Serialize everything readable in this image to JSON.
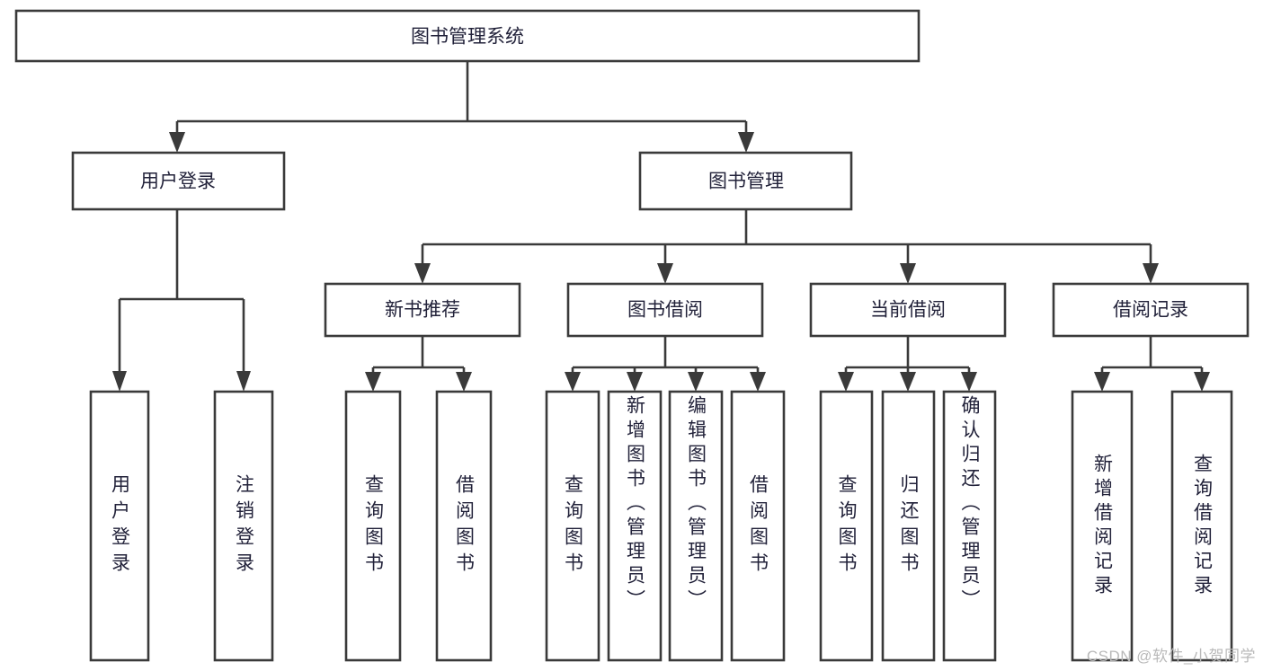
{
  "diagram": {
    "type": "tree-hierarchy",
    "title": "图书管理系统",
    "watermark": "CSDN @软件_小贺同学",
    "orientation": "top-down",
    "levels": 4,
    "nodes": {
      "root": {
        "label": "图书管理系统",
        "level": 1,
        "text_direction": "horizontal"
      },
      "l2_user_login": {
        "label": "用户登录",
        "level": 2,
        "text_direction": "horizontal"
      },
      "l2_book_manage": {
        "label": "图书管理",
        "level": 2,
        "text_direction": "horizontal"
      },
      "l3_new_book_rec": {
        "label": "新书推荐",
        "level": 3,
        "text_direction": "horizontal"
      },
      "l3_book_borrow": {
        "label": "图书借阅",
        "level": 3,
        "text_direction": "horizontal"
      },
      "l3_current_borrow": {
        "label": "当前借阅",
        "level": 3,
        "text_direction": "horizontal"
      },
      "l3_borrow_record": {
        "label": "借阅记录",
        "level": 3,
        "text_direction": "horizontal"
      },
      "l4_user_login": {
        "label": "用户登录",
        "level": 4,
        "text_direction": "vertical"
      },
      "l4_logout_login": {
        "label": "注销登录",
        "level": 4,
        "text_direction": "vertical"
      },
      "l4_query_book_a": {
        "label": "查询图书",
        "level": 4,
        "text_direction": "vertical"
      },
      "l4_borrow_book_a": {
        "label": "借阅图书",
        "level": 4,
        "text_direction": "vertical"
      },
      "l4_query_book_b": {
        "label": "查询图书",
        "level": 4,
        "text_direction": "vertical"
      },
      "l4_add_book": {
        "label": "新增图书（管理员）",
        "level": 4,
        "text_direction": "vertical"
      },
      "l4_edit_book": {
        "label": "编辑图书（管理员）",
        "level": 4,
        "text_direction": "vertical"
      },
      "l4_borrow_book_b": {
        "label": "借阅图书",
        "level": 4,
        "text_direction": "vertical"
      },
      "l4_query_book_c": {
        "label": "查询图书",
        "level": 4,
        "text_direction": "vertical"
      },
      "l4_return_book": {
        "label": "归还图书",
        "level": 4,
        "text_direction": "vertical"
      },
      "l4_confirm_return": {
        "label": "确认归还（管理员）",
        "level": 4,
        "text_direction": "vertical"
      },
      "l4_add_record": {
        "label": "新增借阅记录",
        "level": 4,
        "text_direction": "vertical"
      },
      "l4_query_record": {
        "label": "查询借阅记录",
        "level": 4,
        "text_direction": "vertical"
      }
    },
    "edges": [
      {
        "from": "root",
        "to": "l2_user_login"
      },
      {
        "from": "root",
        "to": "l2_book_manage"
      },
      {
        "from": "l2_user_login",
        "to": "l4_user_login"
      },
      {
        "from": "l2_user_login",
        "to": "l4_logout_login"
      },
      {
        "from": "l2_book_manage",
        "to": "l3_new_book_rec"
      },
      {
        "from": "l2_book_manage",
        "to": "l3_book_borrow"
      },
      {
        "from": "l2_book_manage",
        "to": "l3_current_borrow"
      },
      {
        "from": "l2_book_manage",
        "to": "l3_borrow_record"
      },
      {
        "from": "l3_new_book_rec",
        "to": "l4_query_book_a"
      },
      {
        "from": "l3_new_book_rec",
        "to": "l4_borrow_book_a"
      },
      {
        "from": "l3_book_borrow",
        "to": "l4_query_book_b"
      },
      {
        "from": "l3_book_borrow",
        "to": "l4_add_book"
      },
      {
        "from": "l3_book_borrow",
        "to": "l4_edit_book"
      },
      {
        "from": "l3_book_borrow",
        "to": "l4_borrow_book_b"
      },
      {
        "from": "l3_current_borrow",
        "to": "l4_query_book_c"
      },
      {
        "from": "l3_current_borrow",
        "to": "l4_return_book"
      },
      {
        "from": "l3_current_borrow",
        "to": "l4_confirm_return"
      },
      {
        "from": "l3_borrow_record",
        "to": "l4_add_record"
      },
      {
        "from": "l3_borrow_record",
        "to": "l4_query_record"
      }
    ],
    "colors": {
      "stroke": "#3a3a3a",
      "fill": "#ffffff",
      "text": "#22223a",
      "watermark": "#b9b9b9"
    }
  }
}
